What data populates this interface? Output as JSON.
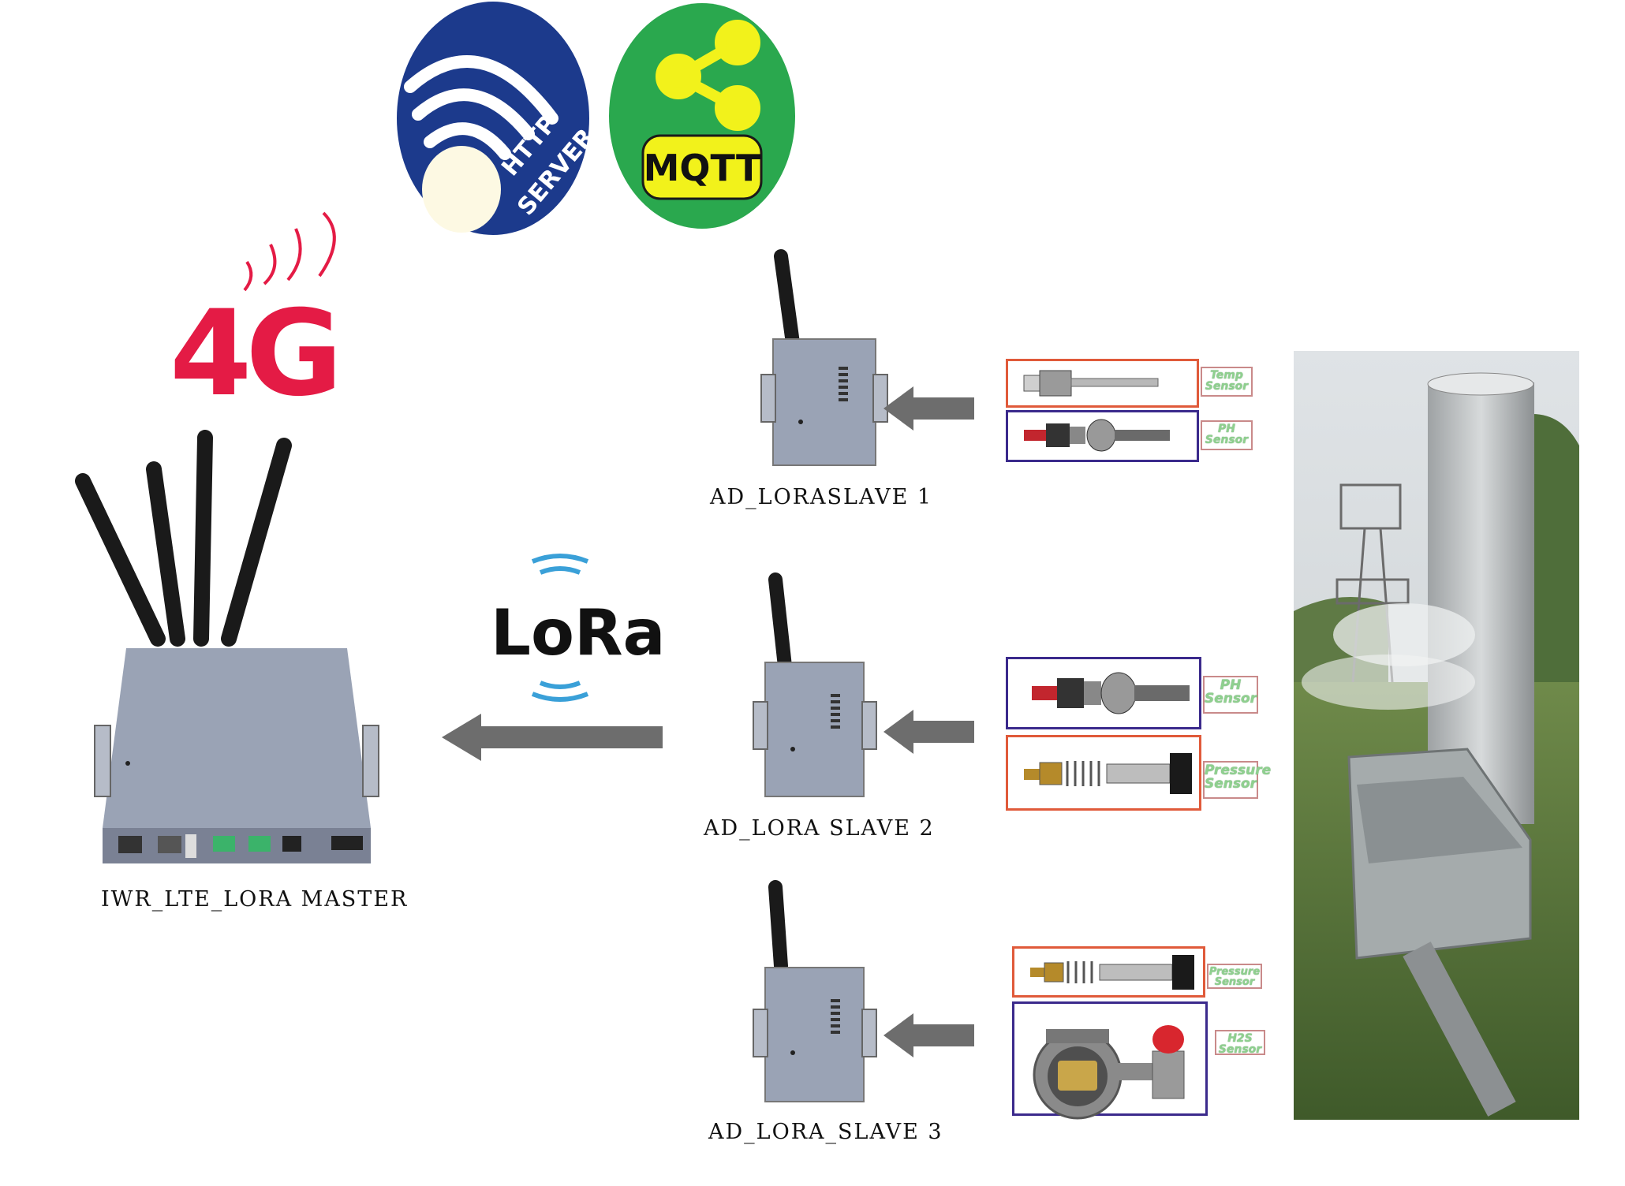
{
  "logos": {
    "http": {
      "line1": "HTTP",
      "line2": "SERVER",
      "bg": "#1c3a8c",
      "fg": "#ffffff",
      "bulb": "#fdf9e3"
    },
    "mqtt": {
      "label": "MQTT",
      "bg": "#2aa84e",
      "pill": "#f2f21b",
      "icon": "#f2f21b"
    },
    "lte": {
      "label": "4G",
      "color": "#e41b45"
    },
    "lora": {
      "label": "LoRa",
      "wave": "#3aa0d8"
    }
  },
  "devices": {
    "master": {
      "caption": "IWR_LTE_LORA MASTER"
    },
    "slave1": {
      "caption": "AD_LORASLAVE 1"
    },
    "slave2": {
      "caption": "AD_LORA SLAVE 2"
    },
    "slave3": {
      "caption": "AD_LORA_SLAVE 3"
    }
  },
  "sensor_labels": {
    "temp": {
      "line1": "Temp",
      "line2": "Sensor"
    },
    "ph1": {
      "line1": "PH",
      "line2": "Sensor"
    },
    "ph2": {
      "line1": "PH",
      "line2": "Sensor"
    },
    "pressure1": {
      "line1": "Pressure",
      "line2": "Sensor"
    },
    "pressure2": {
      "line1": "Pressure",
      "line2": "Sensor"
    },
    "h2s": {
      "line1": "H2S",
      "line2": "Sensor"
    }
  },
  "colors": {
    "arrow": "#6d6d6d",
    "box_red": "#e05a3a",
    "box_blue": "#3b2a8c",
    "device": "#9aa3b5"
  }
}
